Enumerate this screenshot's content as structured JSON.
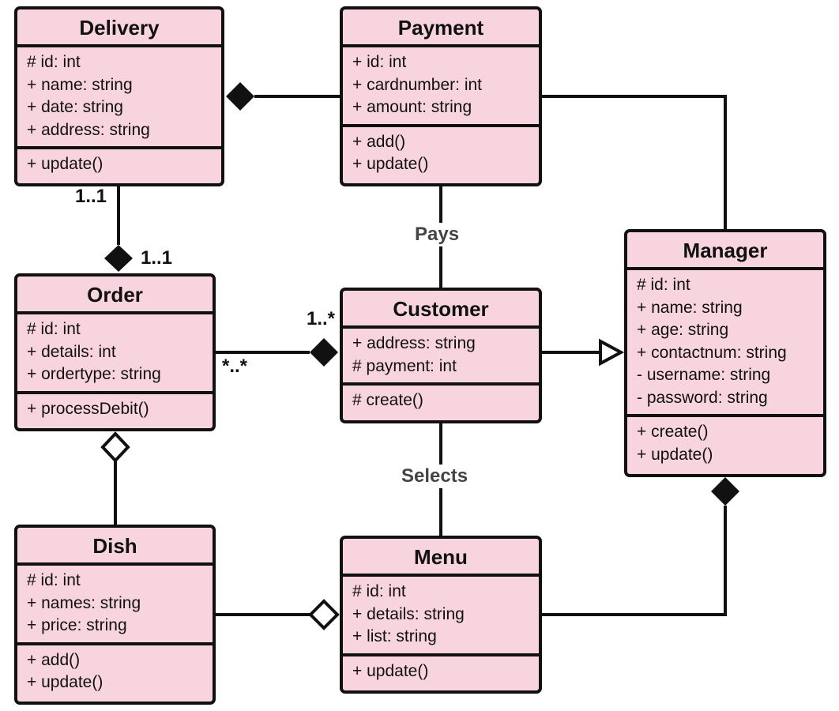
{
  "classes": {
    "delivery": {
      "name": "Delivery",
      "attributes": [
        "# id: int",
        "+ name: string",
        "+ date: string",
        "+ address: string"
      ],
      "operations": [
        "+ update()"
      ]
    },
    "payment": {
      "name": "Payment",
      "attributes": [
        "+ id: int",
        "+ cardnumber: int",
        "+ amount: string"
      ],
      "operations": [
        "+ add()",
        "+ update()"
      ]
    },
    "manager": {
      "name": "Manager",
      "attributes": [
        "# id: int",
        "+ name: string",
        "+ age: string",
        "+ contactnum: string",
        "- username: string",
        "- password: string"
      ],
      "operations": [
        "+ create()",
        "+ update()"
      ]
    },
    "order": {
      "name": "Order",
      "attributes": [
        "# id: int",
        "+ details: int",
        "+ ordertype: string"
      ],
      "operations": [
        "+ processDebit()"
      ]
    },
    "customer": {
      "name": "Customer",
      "attributes": [
        "+ address: string",
        "# payment: int"
      ],
      "operations": [
        "# create()"
      ]
    },
    "dish": {
      "name": "Dish",
      "attributes": [
        "# id: int",
        "+ names: string",
        "+ price: string"
      ],
      "operations": [
        "+ add()",
        "+ update()"
      ]
    },
    "menu": {
      "name": "Menu",
      "attributes": [
        "# id: int",
        "+ details: string",
        "+ list: string"
      ],
      "operations": [
        "+ update()"
      ]
    }
  },
  "relationships": {
    "delivery_payment": {
      "type": "composition"
    },
    "delivery_order": {
      "type": "composition",
      "source_multiplicity": "1..1",
      "target_multiplicity": "1..1"
    },
    "payment_customer": {
      "type": "association",
      "label": "Pays"
    },
    "payment_manager": {
      "type": "association"
    },
    "order_customer": {
      "type": "composition",
      "order_multiplicity": "*..*",
      "customer_multiplicity": "1..*"
    },
    "customer_manager": {
      "type": "generalization"
    },
    "customer_menu": {
      "type": "association",
      "label": "Selects"
    },
    "order_dish": {
      "type": "aggregation"
    },
    "dish_menu": {
      "type": "aggregation"
    },
    "menu_manager": {
      "type": "composition"
    }
  },
  "colors": {
    "class_fill": "#f8d4df",
    "outline": "#111111",
    "association_label": "#444444"
  }
}
